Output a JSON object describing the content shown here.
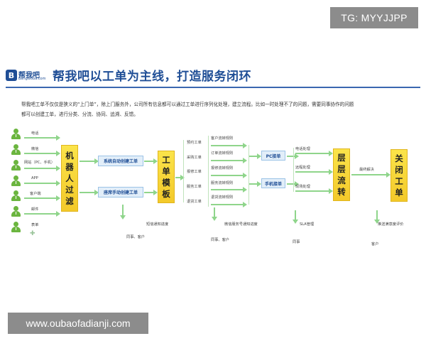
{
  "watermarks": {
    "top": "TG: MYYJJPP",
    "bottom": "www.oubaofadianji.com"
  },
  "header": {
    "logo_mark": "B",
    "logo_text": "帮我吧",
    "logo_sub": "Bangwoba.com",
    "title": "帮我吧以工单为主线，打造服务闭环"
  },
  "description": [
    "帮我吧工单不仅仅是狭义的“上门单”，除上门服务外，公司所有信息都可以通过工单进行序列化处理，建立流程。比如一时处理不了的问题，需要同事协作的问题",
    "都可以创建工单，进行分类、分流、协同、追溯、反馈。"
  ],
  "sources": [
    "电话",
    "微信",
    "网站（PC、手机）",
    "APP",
    "客户端",
    "邮件",
    "表单"
  ],
  "box_machine": [
    "机",
    "器",
    "人",
    "过",
    "滤"
  ],
  "create_methods": [
    "系统自动创建工单",
    "座席手动创建工单"
  ],
  "box_template": [
    "工",
    "单",
    "模",
    "板"
  ],
  "template_types": [
    "预约工单",
    "采购工单",
    "报修工单",
    "服务工单",
    "退货工单"
  ],
  "rules": [
    "客户流转规则",
    "订单流转规则",
    "报修流转规则",
    "服务流转规则",
    "退货流转规则"
  ],
  "channels": [
    "PC接单",
    "手机接单"
  ],
  "handling": [
    "电话处理",
    "远程处理",
    "现场处理"
  ],
  "box_flow": [
    "层",
    "层",
    "流",
    "转"
  ],
  "close_label": "最终解决",
  "box_close": [
    "关",
    "闭",
    "工",
    "单"
  ],
  "bottom_notes": {
    "sms": {
      "label": "短信通知进度",
      "audience": "同事、客户"
    },
    "wechat": {
      "label": "微信服务号通知进度",
      "audience": "同事、客户"
    },
    "sla": {
      "label": "SLA管理",
      "audience": "同事"
    },
    "eval": {
      "label": "推送满意度评价",
      "audience": "客户"
    }
  }
}
